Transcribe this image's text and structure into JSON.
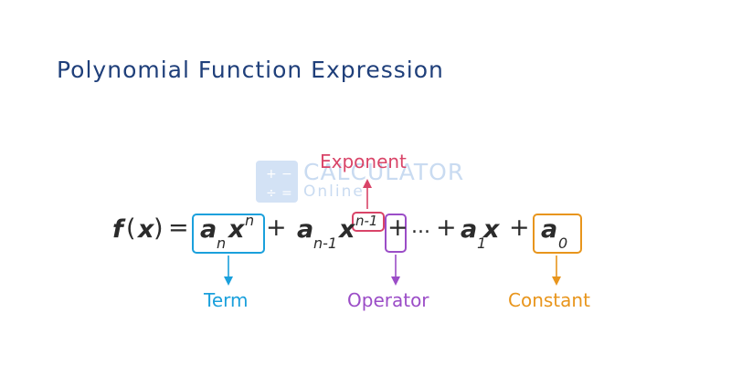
{
  "title": "Polynomial Function Expression",
  "watermark": {
    "line1": "CALCULATOR",
    "line2": "Online"
  },
  "equation": {
    "f": "f",
    "open_paren": "(",
    "x_arg": "x",
    "close_paren": ")",
    "equals": "=",
    "term1_a": "a",
    "term1_a_sub": "n",
    "term1_x": "x",
    "term1_x_sup": "n",
    "plus1": "+",
    "term2_a": "a",
    "term2_a_sub": "n-1",
    "term2_x": "x",
    "term2_x_sup": "n-1",
    "plus2": "+",
    "ellipsis": "...",
    "plus3": "+",
    "term3_a": "a",
    "term3_a_sub": "1",
    "term3_x": "x",
    "plus4": "+",
    "const_a": "a",
    "const_sub": "0"
  },
  "labels": {
    "exponent": "Exponent",
    "term": "Term",
    "operator": "Operator",
    "constant": "Constant"
  },
  "colors": {
    "title": "#1f3f7a",
    "term": "#1aa0dc",
    "exponent": "#d94468",
    "operator": "#9b4dc7",
    "constant": "#e8951c",
    "equation": "#2b2b2b",
    "watermark": "#a9c6ea"
  }
}
